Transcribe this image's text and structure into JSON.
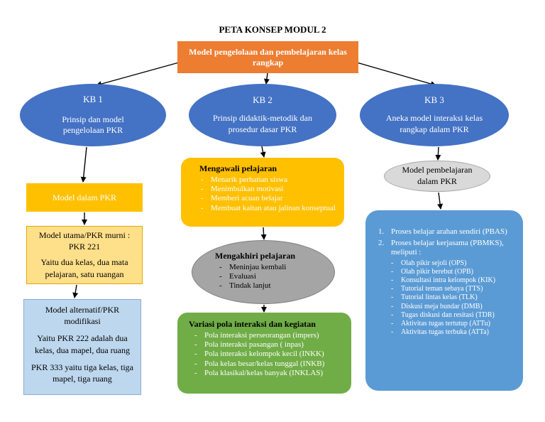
{
  "title": "PETA KONSEP MODUL 2",
  "root": "Model pengelolaan dan pembelajaran kelas rangkap",
  "kb1": {
    "heading": "KB 1",
    "text": "Prinsip dan model pengelolaan PKR"
  },
  "kb2": {
    "heading": "KB 2",
    "text": "Prinsip didaktik-metodik dan prosedur dasar PKR"
  },
  "kb3": {
    "heading": "KB 3",
    "text": "Aneka model interaksi kelas rangkap dalam PKR"
  },
  "model_dalam_pkr": "Model dalam PKR",
  "model_utama": {
    "title": "Model utama/PKR murni : PKR 221",
    "desc": "Yaitu dua kelas, dua mata pelajaran, satu ruangan"
  },
  "model_alternatif": {
    "title": "Model alternatif/PKR modifikasi",
    "p1": "Yaitu PKR 222  adalah dua kelas, dua mapel, dua ruang",
    "p2": "PKR 333 yaitu tiga kelas, tiga mapel, tiga ruang"
  },
  "mengawali": {
    "heading": "Mengawali pelajaran",
    "items": [
      "Menarik perhatian siswa",
      "Menimbulkan motivasi",
      "Memberi acuan belajar",
      "Membuat kaitan atau jalinan konseptual"
    ]
  },
  "mengakhiri": {
    "heading": "Mengakhiri pelajaran",
    "items": [
      "Meninjau kembali",
      "Evaluasi",
      "Tindak lanjut"
    ]
  },
  "variasi": {
    "heading": "Variasi pola interaksi dan kegiatan",
    "items": [
      "Pola interaksi perseorangan (impers)",
      "Pola interaksi pasangan ( inpas)",
      " Pola interaksi kelompok kecil (INKK)",
      "Pola kelas besar/kelas tunggal (INKB)",
      "Pola klasikal/kelas banyak (INKLAS)"
    ]
  },
  "model_pembelajaran": "Model pembelajaran dalam PKR",
  "proses": {
    "items": [
      {
        "num": "1.",
        "text": "Proses belajar arahan sendiri (PBAS)"
      },
      {
        "num": "2.",
        "text": "Proses belajar kerjasama (PBMKS), meliputi :"
      }
    ],
    "sub": [
      "Olah pikir sejoli (OPS)",
      "Olah pikir berebut (OPB)",
      "Konsultasi intra kelompok (KIK)",
      "Tutorial teman sebaya (TTS)",
      "Tutorial lintas kelas (TLK)",
      "Diskusi meja bundar (DMB)",
      "Tugas diskusi dan resitasi (TDR)",
      "Aktivitas tugas tertutup (ATTu)",
      "Aktivitas tugas terbuka (ATTa)"
    ]
  },
  "colors": {
    "root": "#ed7d31",
    "kb": "#4472c4",
    "yellow": "#ffc000",
    "light_yellow": "#ffe08a",
    "light_blue": "#bdd7ee",
    "grey": "#a5a5a5",
    "green": "#70ad47",
    "blue_box": "#5b9bd5"
  }
}
